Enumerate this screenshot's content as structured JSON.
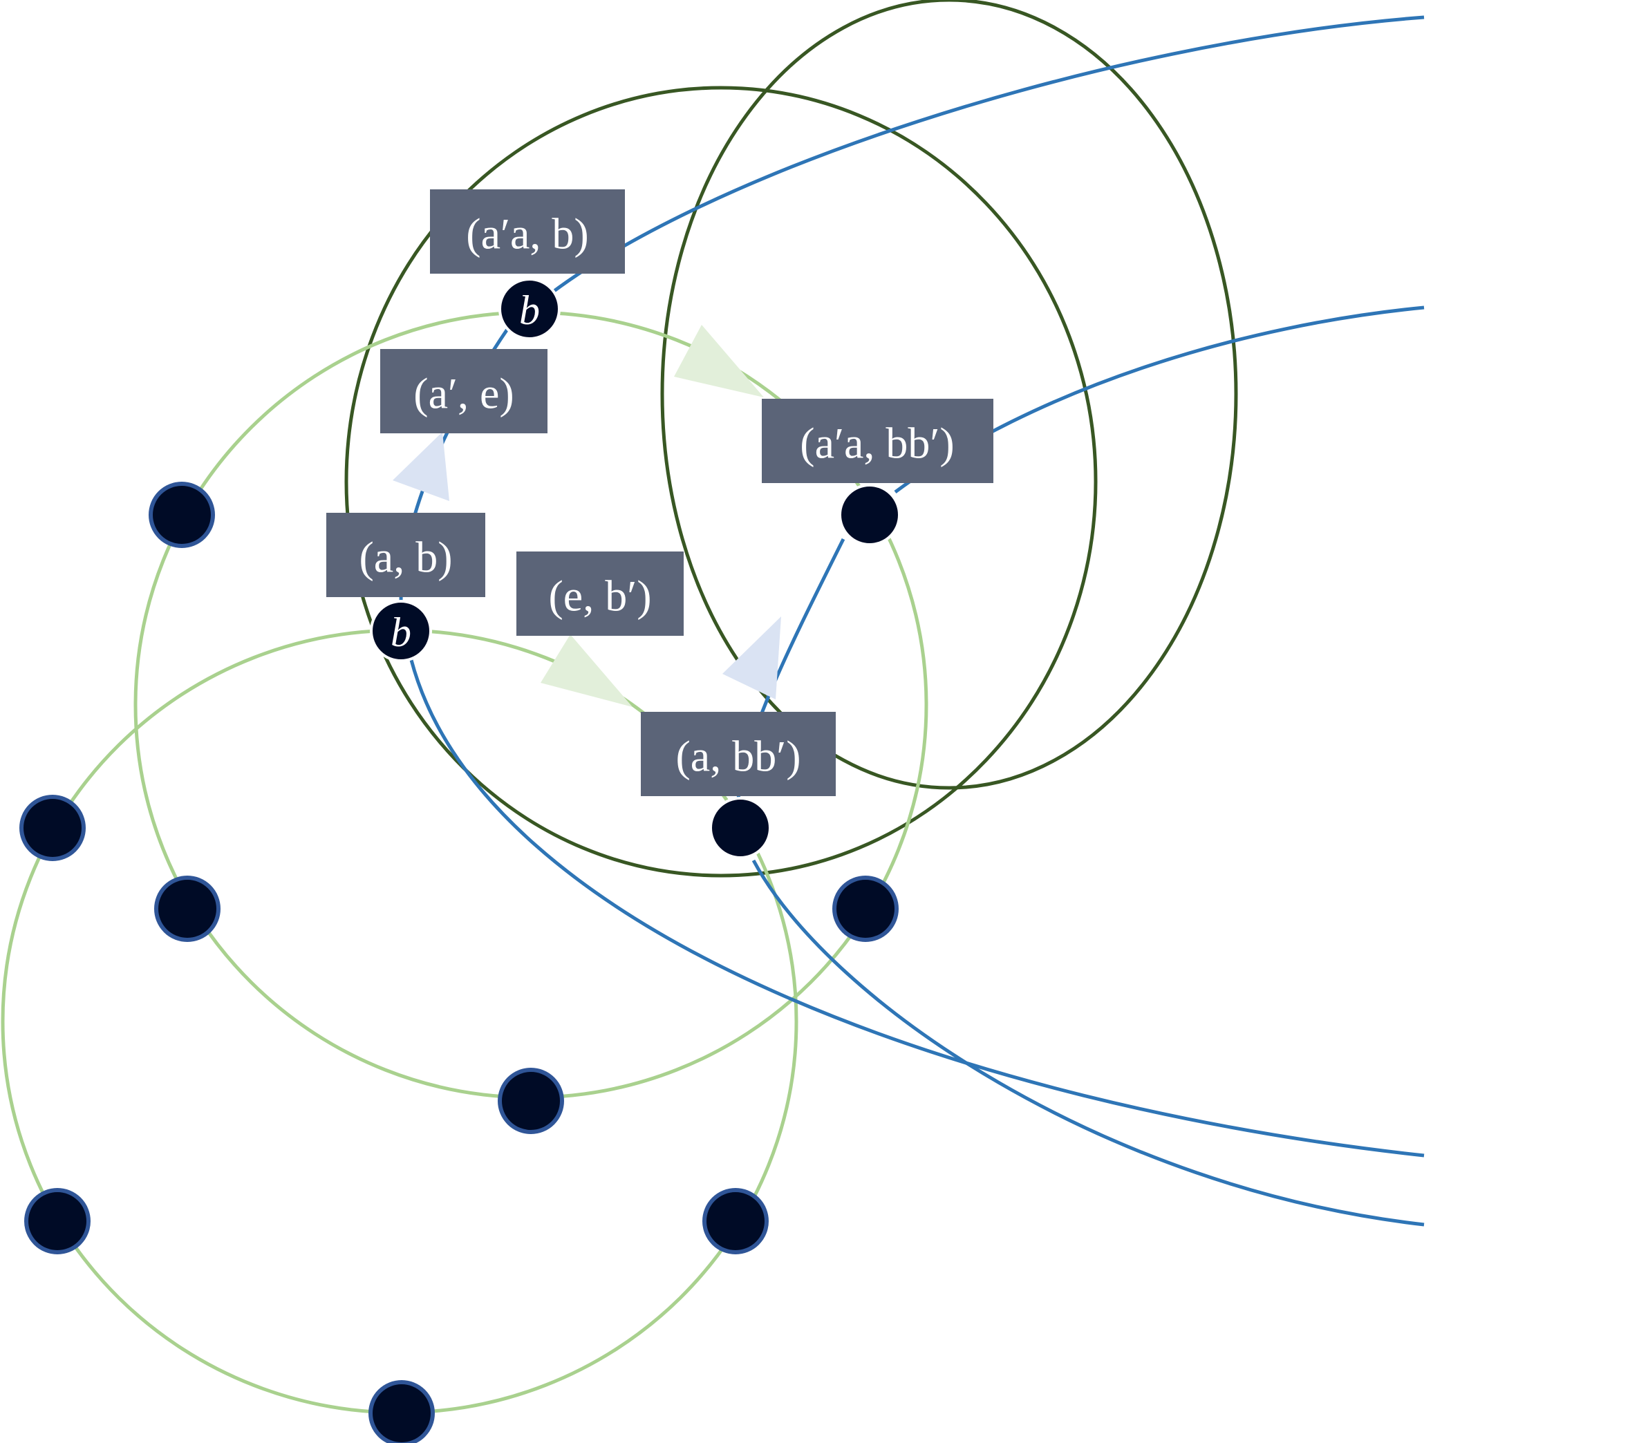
{
  "colors": {
    "background": "#ffffff",
    "light_green": "#a9d18e",
    "dark_green": "#385723",
    "blue": "#2e75b6",
    "node_fill": "#000b26",
    "node_border": "#2f5597",
    "label_fill": "#5b6478",
    "arrow_green": "#e2efda",
    "arrow_blue": "#dae3f3",
    "text_white": "#ffffff"
  },
  "labels": {
    "a_prime_a_b": "(a′a, b)",
    "a_prime_e": "(a′, e)",
    "a_prime_a_bb_prime": "(a′a, bb′)",
    "a_b": "(a, b)",
    "e_b_prime": "(e, b′)",
    "a_bb_prime": "(a, bb′)"
  },
  "nodes": {
    "top_b": "b",
    "mid_b": "b"
  }
}
